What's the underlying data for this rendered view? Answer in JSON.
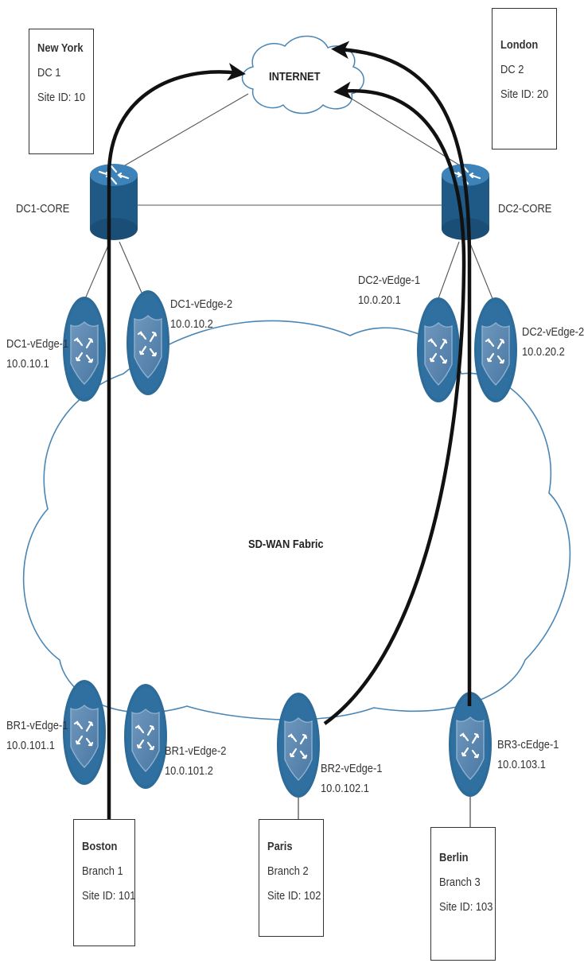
{
  "internet_label": "INTERNET",
  "fabric_label": "SD-WAN Fabric",
  "sites": [
    {
      "id": "newyork",
      "name": "New York",
      "type": "DC 1",
      "site_id": "Site ID: 10"
    },
    {
      "id": "london",
      "name": "London",
      "type": "DC 2",
      "site_id": "Site ID: 20"
    },
    {
      "id": "boston",
      "name": "Boston",
      "type": "Branch 1",
      "site_id": "Site ID: 101"
    },
    {
      "id": "paris",
      "name": "Paris",
      "type": "Branch 2",
      "site_id": "Site ID: 102"
    },
    {
      "id": "berlin",
      "name": "Berlin",
      "type": "Branch 3",
      "site_id": "Site ID: 103"
    }
  ],
  "routers": [
    {
      "id": "dc1-core",
      "label": "DC1-CORE"
    },
    {
      "id": "dc2-core",
      "label": "DC2-CORE"
    }
  ],
  "edges": [
    {
      "id": "dc1-vedge-1",
      "name": "DC1-vEdge-1",
      "ip": "10.0.10.1"
    },
    {
      "id": "dc1-vedge-2",
      "name": "DC1-vEdge-2",
      "ip": "10.0.10.2"
    },
    {
      "id": "dc2-vedge-1",
      "name": "DC2-vEdge-1",
      "ip": "10.0.20.1"
    },
    {
      "id": "dc2-vedge-2",
      "name": "DC2-vEdge-2",
      "ip": "10.0.20.2"
    },
    {
      "id": "br1-vedge-1",
      "name": "BR1-vEdge-1",
      "ip": "10.0.101.1"
    },
    {
      "id": "br1-vedge-2",
      "name": "BR1-vEdge-2",
      "ip": "10.0.101.2"
    },
    {
      "id": "br2-vedge-1",
      "name": "BR2-vEdge-1",
      "ip": "10.0.102.1"
    },
    {
      "id": "br3-cedge-1",
      "name": "BR3-cEdge-1",
      "ip": "10.0.103.1"
    }
  ],
  "colors": {
    "device": "#2e6f9e",
    "device_dark": "#1d4f77",
    "shield": "#4f7fa8",
    "cloud_line": "#4a86b5",
    "flow": "#111111"
  }
}
